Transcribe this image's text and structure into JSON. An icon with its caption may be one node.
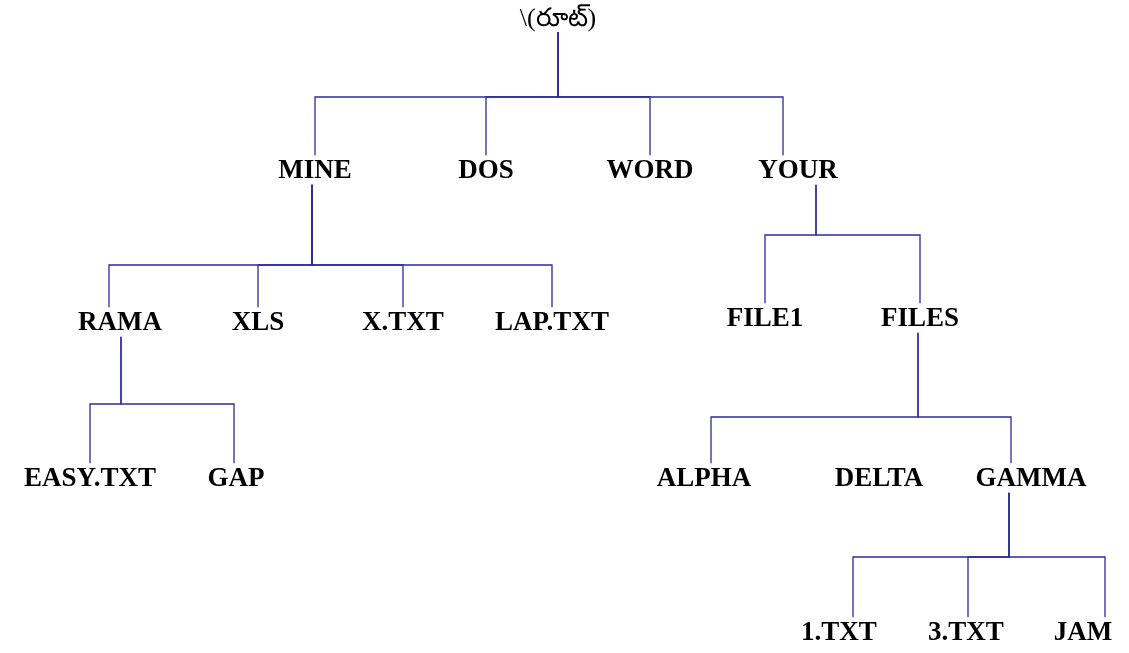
{
  "diagram": {
    "nodes": [
      {
        "text": [
          "\\(రూట్)"
        ]
      },
      {
        "text": [
          "MINE"
        ]
      },
      {
        "text": [
          "DOS"
        ]
      },
      {
        "text": [
          "WORD"
        ]
      },
      {
        "text": [
          "YOUR"
        ]
      },
      {
        "text": [
          "RAMA"
        ]
      },
      {
        "text": [
          "XLS"
        ]
      },
      {
        "text": [
          "X.TXT"
        ]
      },
      {
        "text": [
          "LAP.TXT"
        ]
      },
      {
        "text": [
          "FILE1"
        ]
      },
      {
        "text": [
          "FILES"
        ]
      },
      {
        "text": [
          "EASY.TXT"
        ]
      },
      {
        "text": [
          "GAP"
        ]
      },
      {
        "text": [
          "ALPHA"
        ]
      },
      {
        "text": [
          "DELTA"
        ]
      },
      {
        "text": [
          "GAMMA"
        ]
      },
      {
        "text": [
          "1.TXT"
        ]
      },
      {
        "text": [
          "3.TXT"
        ]
      },
      {
        "text": [
          "JAM"
        ]
      }
    ],
    "edges": [
      {
        "from": 0,
        "to": 1,
        "arrow": "none"
      },
      {
        "from": 0,
        "to": 2,
        "arrow": "none"
      },
      {
        "from": 0,
        "to": 3,
        "arrow": "none"
      },
      {
        "from": 0,
        "to": 4,
        "arrow": "none"
      },
      {
        "from": 1,
        "to": 5,
        "arrow": "none"
      },
      {
        "from": 1,
        "to": 6,
        "arrow": "none"
      },
      {
        "from": 1,
        "to": 7,
        "arrow": "none"
      },
      {
        "from": 1,
        "to": 8,
        "arrow": "none"
      },
      {
        "from": 4,
        "to": 9,
        "arrow": "none"
      },
      {
        "from": 4,
        "to": 10,
        "arrow": "none"
      },
      {
        "from": 5,
        "to": 11,
        "arrow": "none"
      },
      {
        "from": 5,
        "to": 12,
        "arrow": "none"
      },
      {
        "from": 10,
        "to": 13,
        "arrow": "none"
      },
      {
        "from": 10,
        "to": 15,
        "arrow": "none"
      },
      {
        "from": 15,
        "to": 16,
        "arrow": "none"
      },
      {
        "from": 15,
        "to": 17,
        "arrow": "none"
      },
      {
        "from": 15,
        "to": 18,
        "arrow": "none"
      }
    ]
  }
}
